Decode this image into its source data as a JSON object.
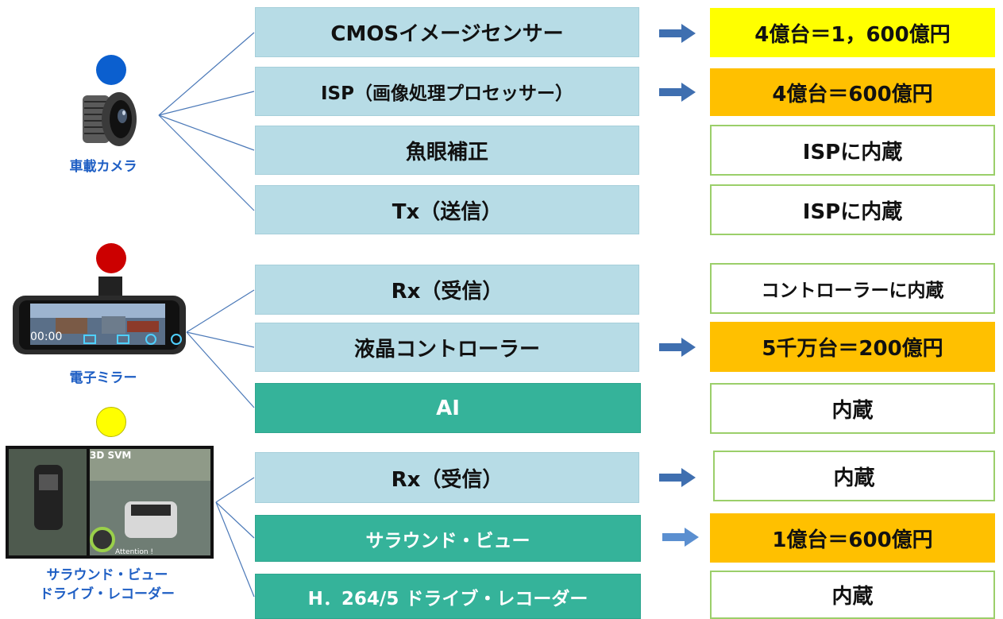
{
  "groups": [
    {
      "caption": [
        "車載カメラ"
      ],
      "dot_color": "#0b5fcf",
      "icon": "camera-lens-icon",
      "rows": [
        {
          "label": "CMOSイメージセンサー",
          "style": "light",
          "arrow": true,
          "result": "4億台＝1，600億円",
          "result_style": "yellow"
        },
        {
          "label": "ISP（画像処理プロセッサー）",
          "style": "light",
          "arrow": true,
          "result": "4億台＝600億円",
          "result_style": "orange"
        },
        {
          "label": "魚眼補正",
          "style": "light",
          "arrow": false,
          "result": "ISPに内蔵",
          "result_style": "plain"
        },
        {
          "label": "Tx（送信）",
          "style": "light",
          "arrow": false,
          "result": "ISPに内蔵",
          "result_style": "plain"
        }
      ]
    },
    {
      "caption": [
        "電子ミラー"
      ],
      "dot_color": "#cc0000",
      "icon": "rearview-mirror-icon",
      "screen_time": "00:00",
      "rows": [
        {
          "label": "Rx（受信）",
          "style": "light",
          "arrow": false,
          "result": "コントローラーに内蔵",
          "result_style": "plain"
        },
        {
          "label": "液晶コントローラー",
          "style": "light",
          "arrow": true,
          "result": "5千万台＝200億円",
          "result_style": "orange"
        },
        {
          "label": "AI",
          "style": "teal",
          "arrow": false,
          "result": "内蔵",
          "result_style": "plain"
        }
      ]
    },
    {
      "caption": [
        "サラウンド・ビュー",
        "ドライブ・レコーダー"
      ],
      "dot_color": "#ffff00",
      "icon": "surround-view-screen-icon",
      "screen_label": "3D SVM",
      "screen_notice": "Attention !",
      "rows": [
        {
          "label": "Rx（受信）",
          "style": "light",
          "arrow": true,
          "result": "内蔵",
          "result_style": "plain"
        },
        {
          "label": "サラウンド・ビュー",
          "style": "teal",
          "arrow": true,
          "result": "1億台＝600億円",
          "result_style": "orange"
        },
        {
          "label": "H．264/5 ドライブ・レコーダー",
          "style": "teal",
          "arrow": false,
          "result": "内蔵",
          "result_style": "plain"
        }
      ]
    }
  ],
  "colors": {
    "light_box": "#b7dce6",
    "teal_box": "#35b39a",
    "arrow": "#3f6fb0",
    "connector": "#4b79b8",
    "result_border": "#9bcf6a",
    "yellow": "#ffff00",
    "orange": "#ffc000"
  }
}
